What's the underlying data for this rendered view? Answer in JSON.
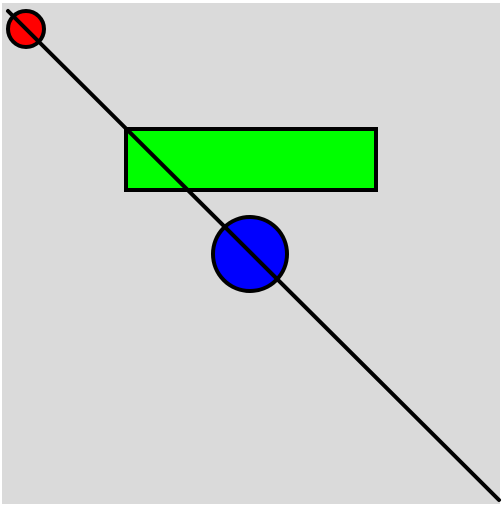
{
  "colors": {
    "canvas_background": "#dadada",
    "outline": "#000000",
    "small_circle_fill": "#ff0000",
    "rectangle_fill": "#00ff00",
    "large_circle_fill": "#0000ff",
    "line_stroke": "#000000"
  },
  "shapes": [
    "red-circle",
    "green-rectangle",
    "blue-circle",
    "diagonal-line"
  ]
}
